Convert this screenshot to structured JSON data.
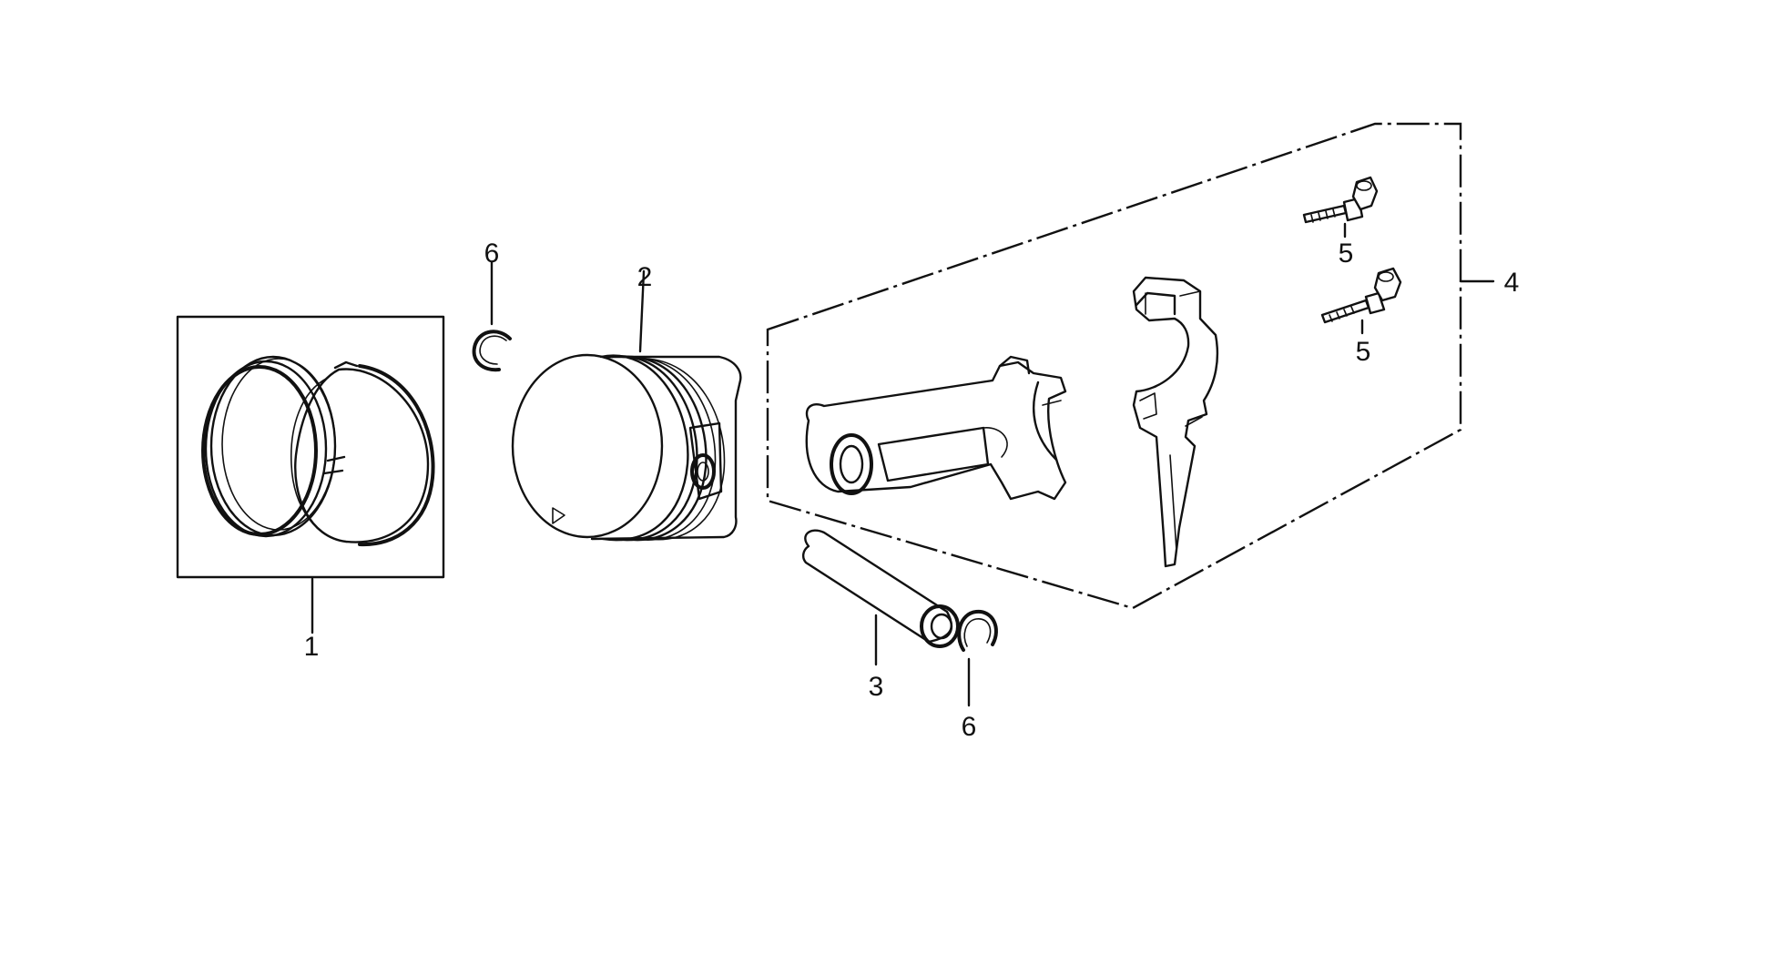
{
  "callouts": {
    "part_1": "1",
    "part_2": "2",
    "part_3": "3",
    "part_4": "4",
    "part_5_upper": "5",
    "part_5_lower": "5",
    "part_6_upper": "6",
    "part_6_lower": "6"
  },
  "colors": {
    "line": "#111111",
    "background": "#ffffff"
  }
}
